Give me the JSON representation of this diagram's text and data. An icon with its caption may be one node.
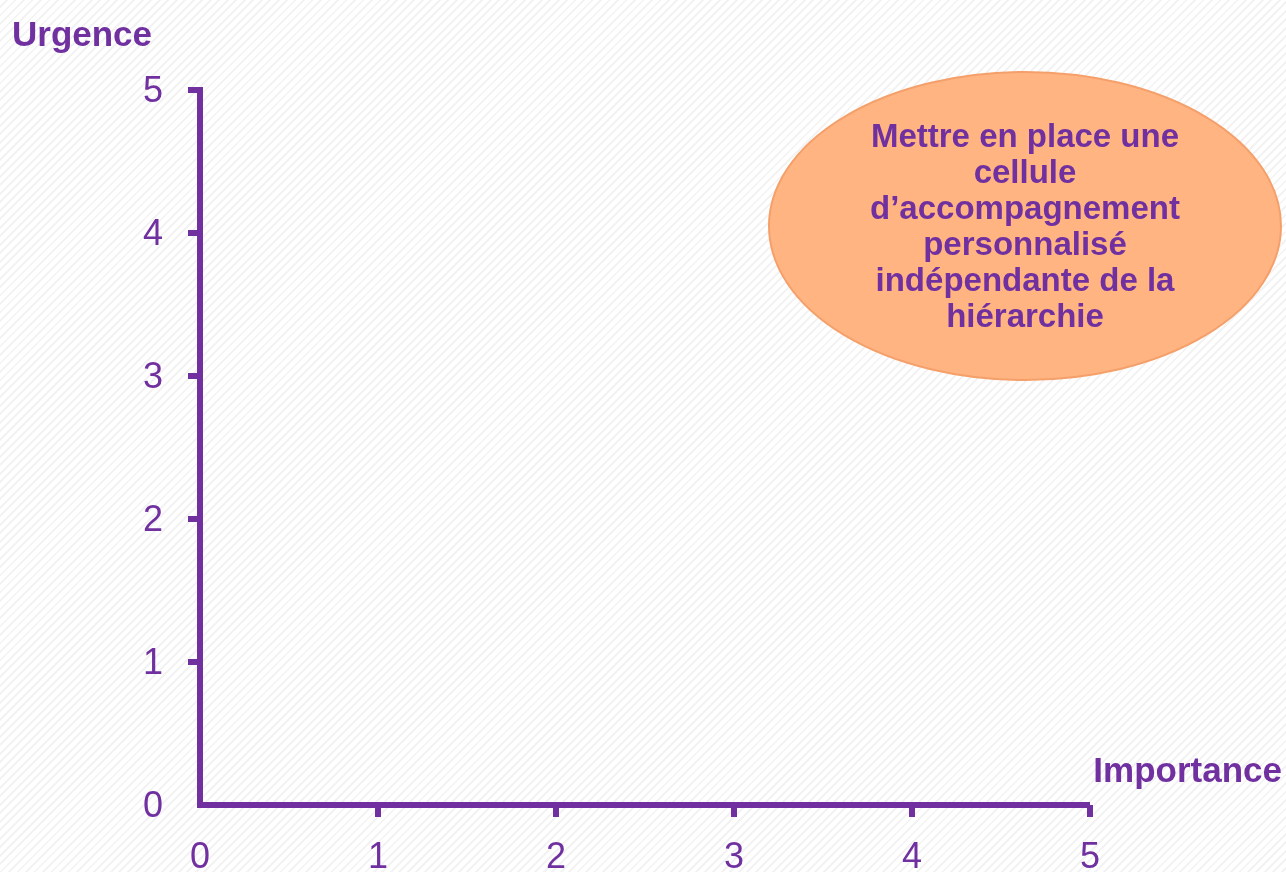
{
  "diagram": {
    "nodes": [
      {
        "text": [
          "Mettre en place une cellule d’accompagnement personnalisé indépendante de la hiérarchie"
        ]
      }
    ],
    "edges": [],
    "labels": [
      "Urgence",
      "5",
      "4",
      "3",
      "2",
      "1",
      "0",
      "Importance",
      "0",
      "1",
      "2",
      "3",
      "4",
      "5"
    ]
  }
}
